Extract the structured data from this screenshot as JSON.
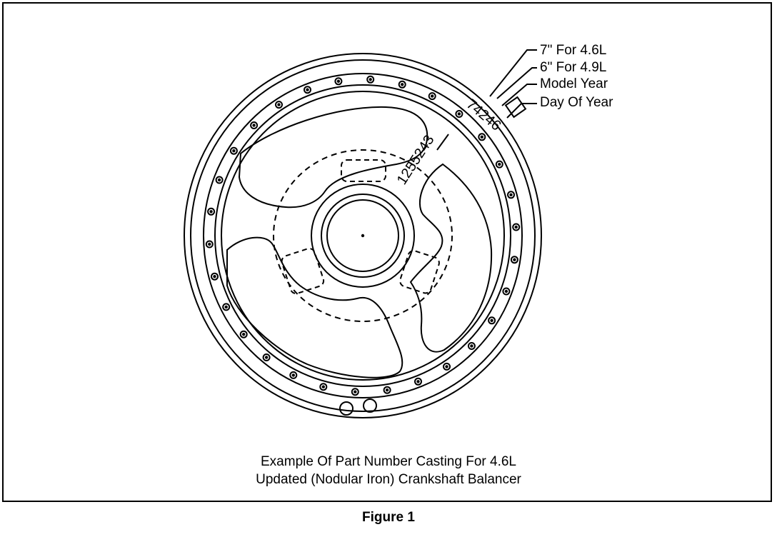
{
  "callouts": {
    "length_46": "7\" For 4.6L",
    "length_49": "6\" For 4.9L",
    "model_year": "Model Year",
    "day_of_year": "Day Of Year"
  },
  "markings": {
    "part_number": "1255243",
    "date_code": "74246"
  },
  "caption": {
    "line1": "Example Of Part Number Casting For 4.6L",
    "line2": "Updated (Nodular Iron) Crankshaft Balancer"
  },
  "figure_label": "Figure 1"
}
